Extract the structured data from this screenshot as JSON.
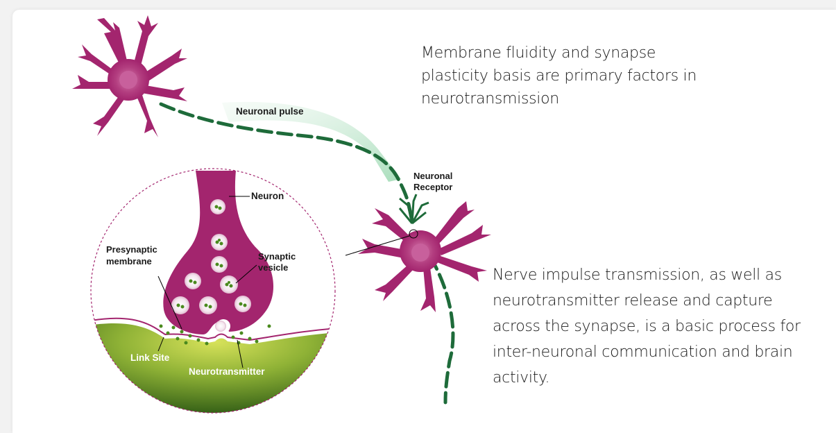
{
  "paragraphs": {
    "top": "Membrane fluidity and synapse plasticity basis are primary factors in neurotransmission",
    "bottom": "Nerve impulse transmission, as well as neurotransmitter release and capture across the synapse, is a basic process for inter-neuronal communication and brain activity."
  },
  "labels": {
    "pulse": "Neuronal pulse",
    "receptor_line1": "Neuronal",
    "receptor_line2": "Receptor",
    "neuron": "Neuron",
    "presynaptic_line1": "Presynaptic",
    "presynaptic_line2": "membrane",
    "vesicle_line1": "Synaptic",
    "vesicle_line2": "vesicle",
    "link_site": "Link Site",
    "neurotransmitter": "Neurotransmitter"
  },
  "colors": {
    "neuron": "#a3256e",
    "neuron_core": "#c85a95",
    "pulse_dash": "#1e6b3a",
    "pulse_arrow": "#a8dcb8",
    "membrane_dark": "#2e5a14",
    "membrane_light": "#c8d84a",
    "vesicle_dot": "#4a8a1e",
    "frame": "#a3256e"
  }
}
